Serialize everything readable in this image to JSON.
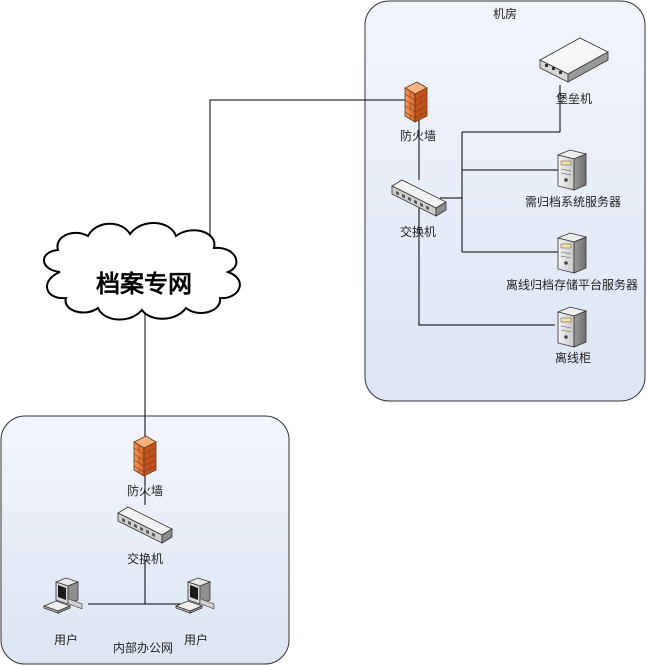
{
  "colors": {
    "zone_fill": "#e6ecf7",
    "zone_stroke": "#333333",
    "firewall_orange": "#e8743b",
    "device_gray": "#d0d0d0"
  },
  "core_network": {
    "label": "档案专网",
    "icon": "cloud-icon"
  },
  "machine_room": {
    "title": "机房",
    "firewall_label": "防火墙",
    "switch_label": "交换机",
    "devices": [
      {
        "label": "堡垒机",
        "icon": "appliance-icon"
      },
      {
        "label": "需归档系统服务器",
        "icon": "tower-server-icon"
      },
      {
        "label": "离线归档存储平台服务器",
        "icon": "tower-server-icon"
      },
      {
        "label": "离线柜",
        "icon": "tower-server-icon"
      }
    ]
  },
  "office_network": {
    "title": "内部办公网",
    "firewall_label": "防火墙",
    "switch_label": "交换机",
    "users": [
      {
        "label": "用户",
        "icon": "workstation-icon"
      },
      {
        "label": "用户",
        "icon": "workstation-icon"
      }
    ]
  }
}
